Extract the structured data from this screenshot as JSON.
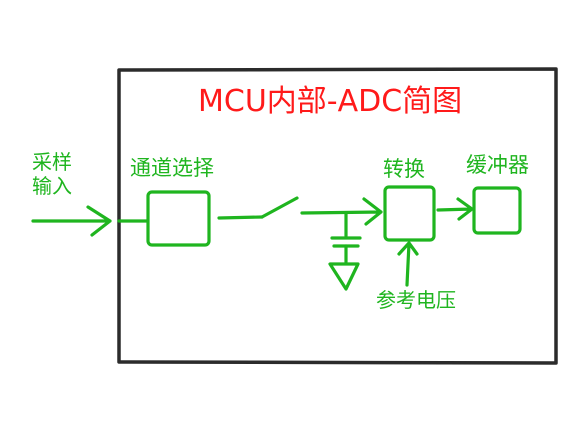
{
  "diagram": {
    "title": "MCU内部-ADC简图",
    "input_label": "采样\n输入",
    "mux_label": "通道选择",
    "converter_label": "转换",
    "buffer_label": "缓冲器",
    "reference_label": "参考电压"
  },
  "colors": {
    "title": "#ff1a1a",
    "blocks": "#1fb51f",
    "frame": "#2b2b2b"
  }
}
